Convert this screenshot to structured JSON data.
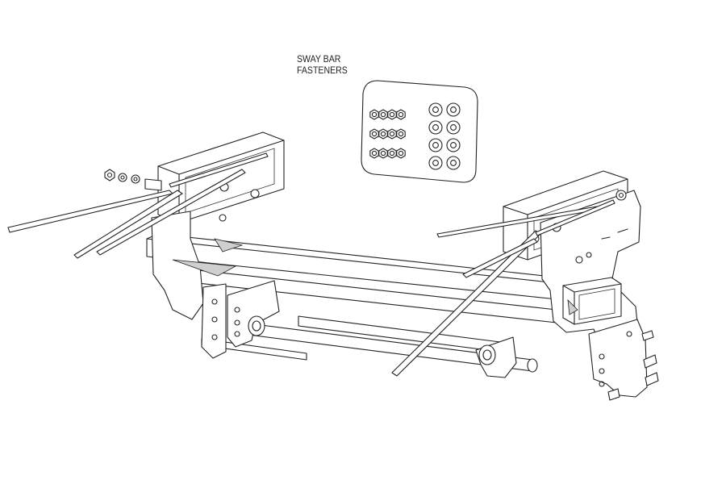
{
  "diagram": {
    "callout": {
      "line1": "SWAY BAR",
      "line2": "FASTENERS"
    },
    "colors": {
      "background": "#ffffff",
      "stroke": "#222222",
      "shade": "#cfcfcf"
    },
    "fastener_kit": {
      "nuts": 12,
      "washers": 8
    }
  }
}
